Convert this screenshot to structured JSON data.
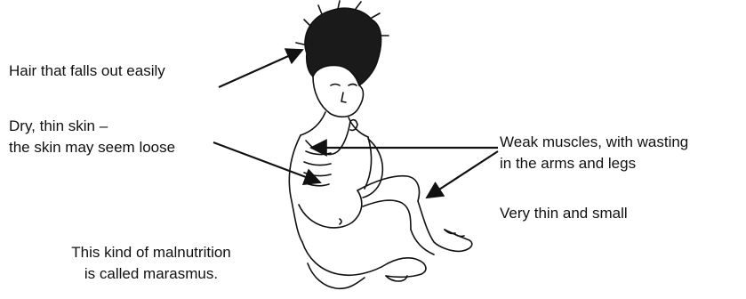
{
  "labels": {
    "hair": "Hair that falls out easily",
    "skin_line1": "Dry, thin skin –",
    "skin_line2": "the skin may seem loose",
    "muscle_line1": "Weak muscles, with wasting",
    "muscle_line2": "in the arms and legs",
    "thin": "Very thin and small",
    "caption_line1": "This kind of malnutrition",
    "caption_line2": "is called marasmus."
  },
  "colors": {
    "ink": "#111111",
    "background": "#ffffff"
  },
  "icons": {
    "figure": "malnourished-child-illustration-icon",
    "pointer": "arrow-icon"
  }
}
